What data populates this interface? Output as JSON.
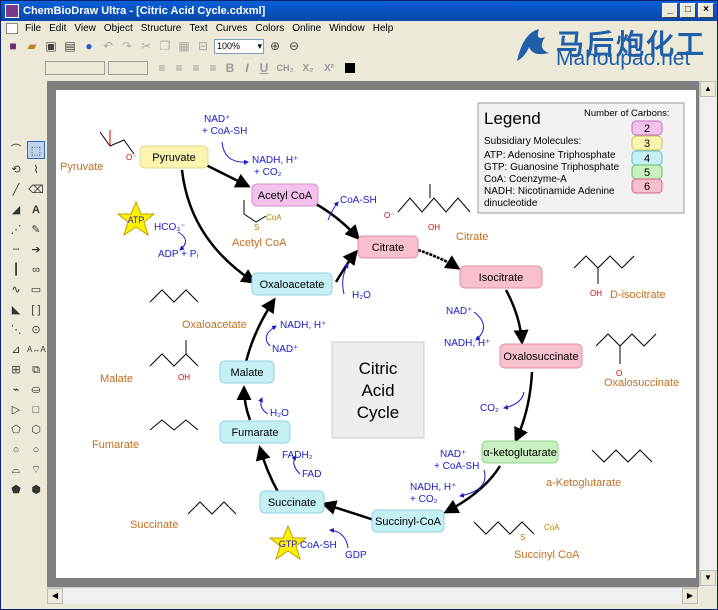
{
  "window": {
    "title": "ChemBioDraw Ultra - [Citric Acid Cycle.cdxml]",
    "buttons": [
      "_",
      "□",
      "×"
    ]
  },
  "menu": [
    "File",
    "Edit",
    "View",
    "Object",
    "Structure",
    "Text",
    "Curves",
    "Colors",
    "Online",
    "Window",
    "Help"
  ],
  "toolbar": {
    "zoom": "100%",
    "text_tools": [
      "B",
      "I",
      "U",
      "CH₂",
      "X₂",
      "X²"
    ]
  },
  "watermark": {
    "cn": "马后炮化工",
    "en": "Mahoupao.net"
  },
  "legend": {
    "title": "Legend",
    "carbons_label": "Number of Carbons:",
    "subsidiary_header": "Subsidiary Molecules:",
    "lines": [
      "ATP: Adenosine Triphosphate",
      "GTP: Guanosine Triphosphate",
      "CoA: Coenzyme-A",
      "NADH: Nicotinamide Adenine",
      "dinucleotide"
    ],
    "carbon_counts": [
      "2",
      "3",
      "4",
      "5",
      "6"
    ]
  },
  "center_label": [
    "Citric",
    "Acid",
    "Cycle"
  ],
  "colors": {
    "c2": "#f4c0ec",
    "c3": "#fbf5b0",
    "c4": "#c5f0f4",
    "c5": "#c8f0c0",
    "c6": "#f8c0cc",
    "compound": "#c07020",
    "cofactor": "#1a1ac8",
    "arrow": "#000000"
  },
  "intermediates": {
    "pyruvate": "Pyruvate",
    "acetyl_coa": "Acetyl CoA",
    "citrate": "Citrate",
    "isocitrate": "Isocitrate",
    "oxalosuccinate": "Oxalosuccinate",
    "alpha_kg": "α-ketoglutarate",
    "succinyl_coa": "Succinyl-CoA",
    "succinate": "Succinate",
    "fumarate": "Fumarate",
    "malate": "Malate",
    "oxaloacetate": "Oxaloacetate"
  },
  "structure_labels": {
    "pyruvate": "Pyruvate",
    "acetyl_coa": "Acetyl CoA",
    "citrate": "Citrate",
    "d_isocitrate": "D-isocitrate",
    "oxalosuccinate": "Oxalosuccinate",
    "a_ketoglutarate": "a-Ketoglutarate",
    "succinyl_coa": "Succinyl CoA",
    "succinate": "Succinate",
    "fumarate": "Fumarate",
    "malate": "Malate",
    "oxaloacetate": "Oxaloacetate"
  },
  "cofactors": {
    "nad_plus_1": "NAD⁺",
    "coa_sh_1": "+ CoA-SH",
    "nadh_1": "NADH, H⁺",
    "co2_1": "+ CO₂",
    "coa_sh_2": "CoA-SH",
    "hco3": "HCO₃⁻",
    "adp": "ADP + Pᵢ",
    "h2o_1": "H₂O",
    "nad_plus_2": "NAD⁺",
    "nadh_2": "NADH, H⁺",
    "co2_2": "CO₂",
    "nad_plus_3": "NAD⁺",
    "coa_sh_3": "+ CoA-SH",
    "nadh_3": "NADH, H⁺",
    "co2_3": "+ CO₂",
    "coa_sh_4": "CoA-SH",
    "gdp": "GDP",
    "fad": "FAD",
    "fadh2": "FADH₂",
    "h2o_2": "H₂O",
    "nad_plus_4": "NAD⁺",
    "nadh_4": "NADH, H⁺",
    "atp": "ATP",
    "gtp": "GTP"
  },
  "atom_labels": {
    "o_minus": "O⁻",
    "o": "O",
    "oh": "OH",
    "s": "S",
    "coa": "CoA"
  }
}
